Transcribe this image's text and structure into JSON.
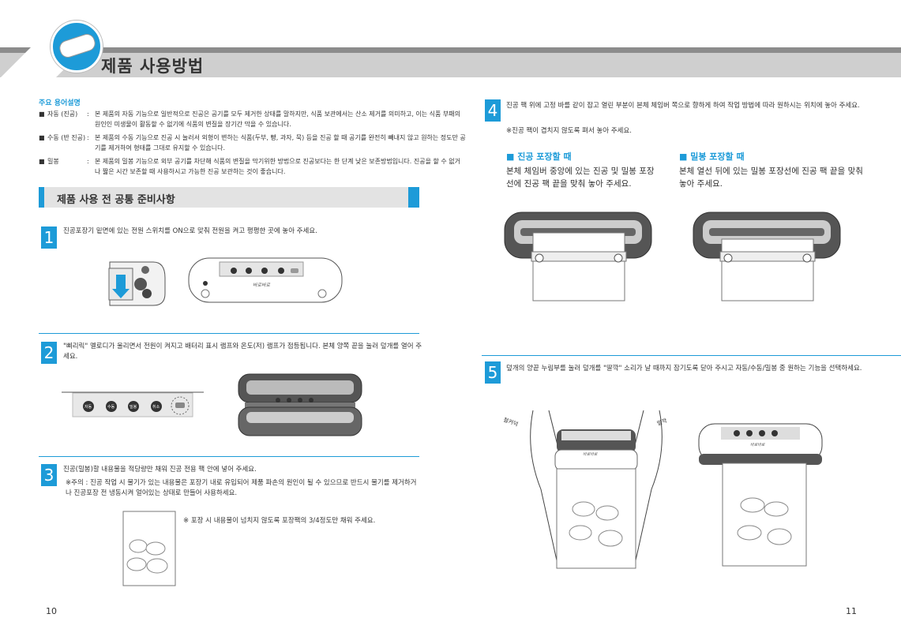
{
  "header": {
    "title": "제품 사용방법"
  },
  "terms": {
    "title": "주요 용어설명",
    "items": [
      {
        "name": "자동 (진공)",
        "desc": "본 제품의 자동 기능으로 일반적으로 진공은 공기를 모두 제거한 상태를 말하지만, 식품 보관에서는 산소 제거를 의미하고, 이는 식품 부패의 원인인 미생물이 활동할 수 없기에 식품의 변질을 장기간 막을 수 있습니다."
      },
      {
        "name": "수동 (반 진공)",
        "desc": "본 제품의 수동 기능으로 진공 시 눌러서 외형이 변하는 식품(두부, 빵, 과자, 묵) 등을 진공 할 때 공기를 완전히 빼내지 않고 원하는 정도만 공기를 제거하여 형태를 그대로 유지할 수 있습니다."
      },
      {
        "name": "밀봉",
        "desc": "본 제품의 밀봉 기능으로 외부 공기를 차단해 식품의 변질을 막기위한 방법으로 진공보다는 한 단계 낮은 보존방법입니다. 진공을 할 수 없거나 짧은 시간 보존할 때 사용하시고 가능한 진공 보관하는 것이 좋습니다."
      }
    ]
  },
  "section": {
    "title": "제품 사용 전 공통 준비사항"
  },
  "steps": [
    {
      "num": "1",
      "text": "진공포장기 밑면에 있는 전원 스위치를 ON으로 맞춰 전원을 켜고 평평한 곳에 놓아 주세요."
    },
    {
      "num": "2",
      "text": "\"삐리릭\" 멜로디가 울리면서 전원이 켜지고 배터리 표시 램프와 온도(저) 램프가 점등됩니다. 본체 양쪽 끝을 눌러 덮개를 열어 주세요."
    },
    {
      "num": "3",
      "text": "진공(밀봉)할 내용물을 적당량만 채워 진공 전용 팩 안에 넣어 주세요.",
      "note": "※주의 : 진공 작업 시 물기가 있는 내용물은 포장기 내로 유입되어 제품 파손의 원인이 될 수 있으므로 반드시 물기를 제거하거나 진공포장 전 냉동시켜 얼어있는 상태로 만들어 사용하세요.",
      "note2": "※ 포장 시 내용물이 넘치지 않도록 포장팩의 3/4정도만 채워 주세요."
    },
    {
      "num": "4",
      "text": "진공 팩 위에 고정 바를 같이 잡고 열린 부분이 본체 체임버 쪽으로 향하게 하여 작업 방법에 따라 원하시는 위치에 놓아 주세요.",
      "note": "※진공 팩이 겹치지 않도록 펴서 놓아 주세요."
    },
    {
      "num": "5",
      "text": "덮개의 양끝 누림부를 눌러 덮개를 \"딸깍\" 소리가 날 때까지 잠기도록 닫아 주시고 자동/수동/밀봉 중 원하는 기능을 선택하세요."
    }
  ],
  "vacuum": {
    "heading": "■ 진공 포장할 때",
    "text": "본체 체임버 중앙에 있는 진공 및 밀봉 포장선에 진공 팩 끝을 맞춰 놓아 주세요."
  },
  "seal": {
    "heading": "■ 밀봉 포장할 때",
    "text": "본체 열선 뒤에 있는 밀봉 포장선에 진공 팩 끝을 맞춰 놓아 주세요."
  },
  "device": {
    "buttons": [
      "자동",
      "수동",
      "밀봉",
      "취소"
    ],
    "logo": "바로바로",
    "sounds": {
      "left": "철커덕",
      "right": "딸깍"
    }
  },
  "pages": {
    "left": "10",
    "right": "11"
  }
}
